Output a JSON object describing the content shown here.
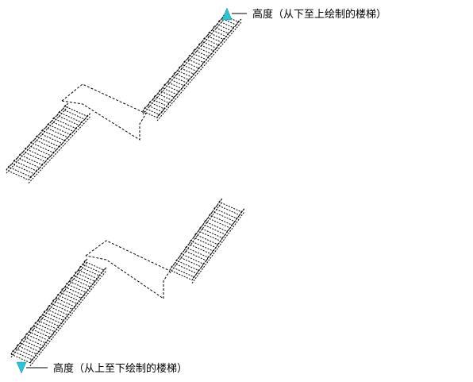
{
  "diagram": {
    "top": {
      "label": "高度（从下至上绘制的楼梯）",
      "arrow_direction": "up",
      "arrow_color": "#29c5d6",
      "lower_flight_treads": 11,
      "upper_flight_treads": 17
    },
    "bottom": {
      "label": "高度（从上至下绘制的楼梯）",
      "arrow_direction": "down",
      "arrow_color": "#29c5d6",
      "lower_flight_treads": 17,
      "upper_flight_treads": 11
    },
    "line_style": "dashed",
    "line_color": "#000000"
  }
}
